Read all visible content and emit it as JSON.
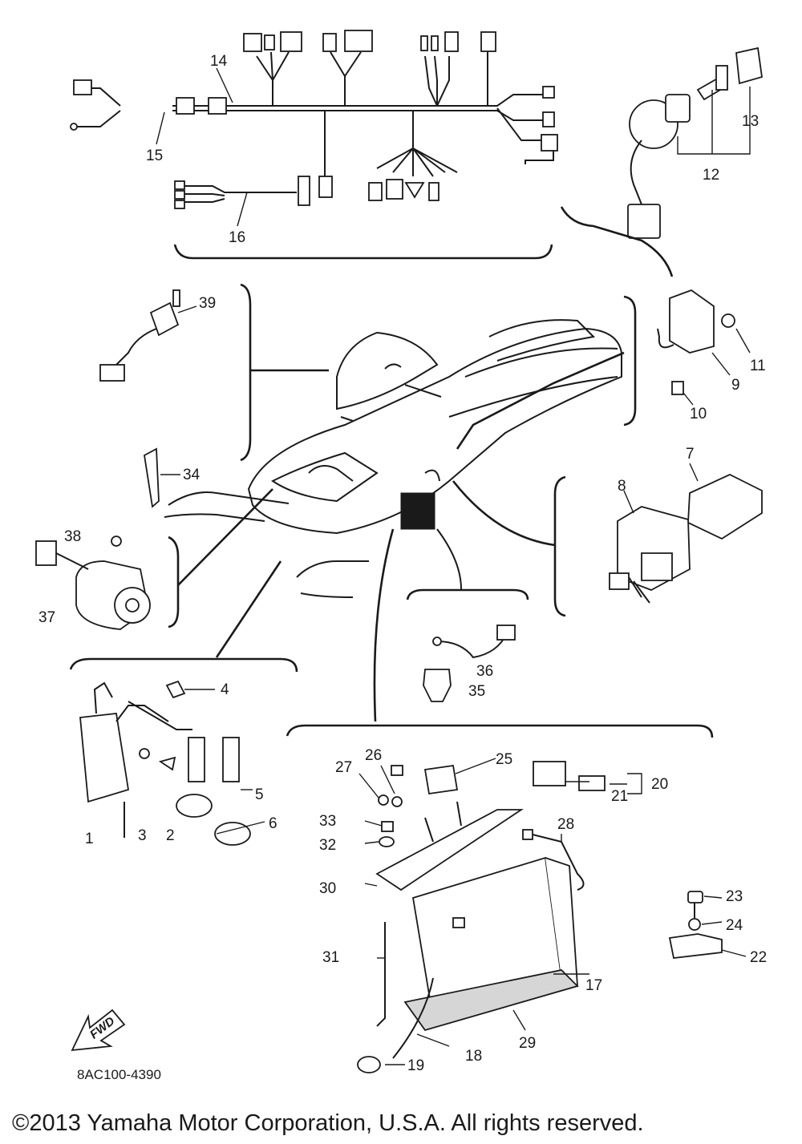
{
  "diagram": {
    "part_labels": [
      "1",
      "2",
      "3",
      "4",
      "5",
      "6",
      "7",
      "8",
      "9",
      "10",
      "11",
      "12",
      "13",
      "14",
      "15",
      "16",
      "17",
      "18",
      "19",
      "20",
      "21",
      "22",
      "23",
      "24",
      "25",
      "26",
      "27",
      "28",
      "29",
      "30",
      "31",
      "32",
      "33",
      "34",
      "35",
      "36",
      "37",
      "38",
      "39"
    ],
    "fwd_label": "FWD",
    "diagram_code": "8AC100-4390",
    "copyright": "©2013 Yamaha Motor Corporation, U.S.A. All rights reserved."
  }
}
